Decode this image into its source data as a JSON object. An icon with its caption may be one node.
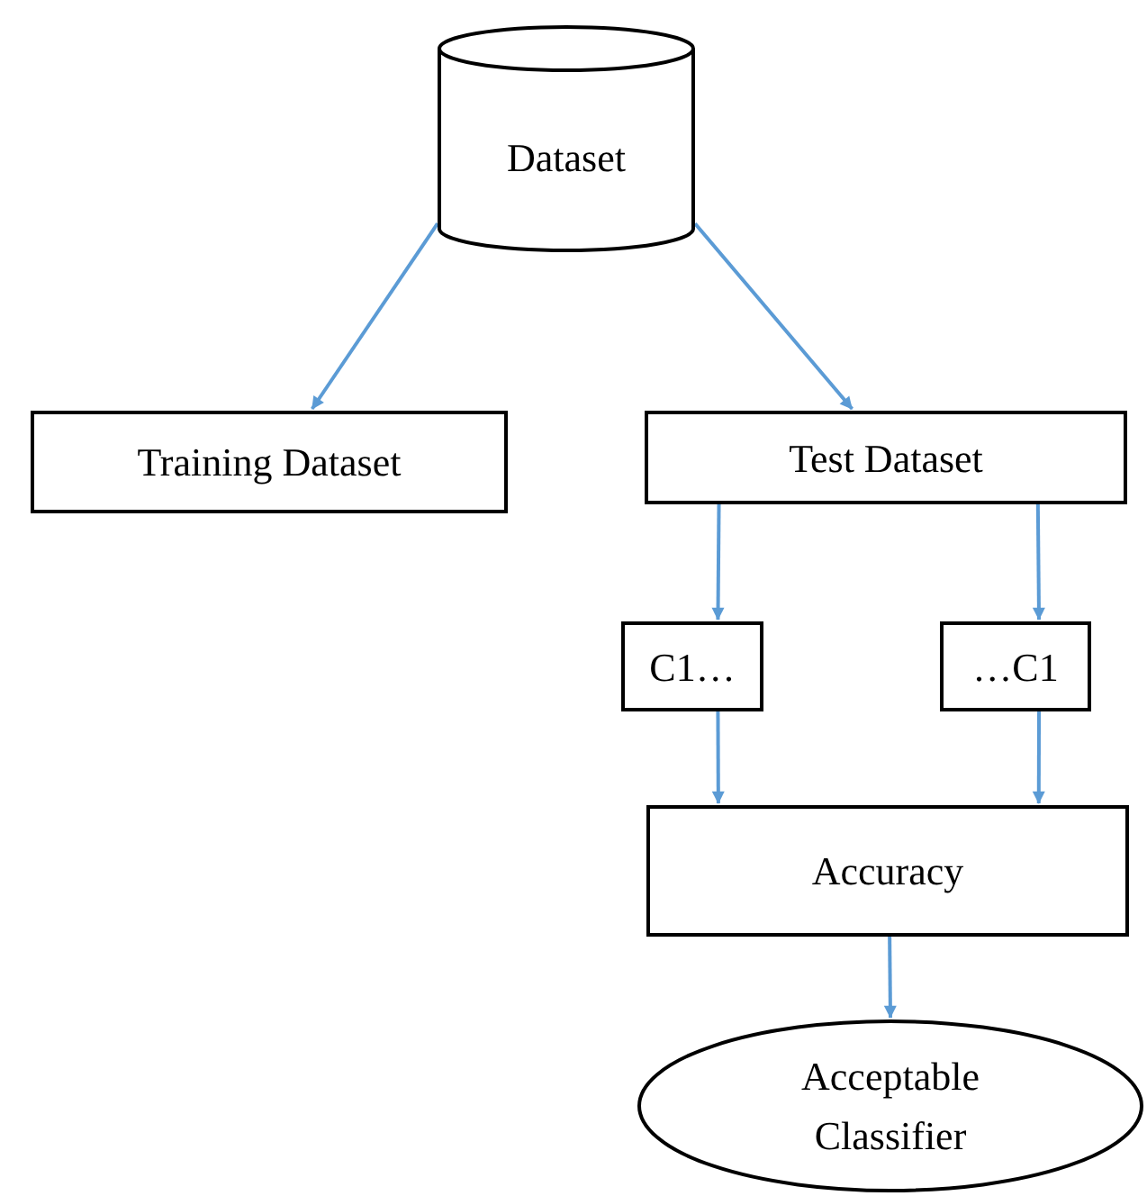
{
  "diagram": {
    "nodes": [
      {
        "text": [
          "Dataset"
        ]
      },
      {
        "text": [
          "Training Dataset"
        ]
      },
      {
        "text": [
          "Test Dataset"
        ]
      },
      {
        "text": [
          "C1…"
        ]
      },
      {
        "text": [
          "…C1"
        ]
      },
      {
        "text": [
          "Accuracy"
        ]
      },
      {
        "text": [
          "Acceptable Classifier"
        ]
      }
    ],
    "edges": [
      {
        "from": 0,
        "to": 1,
        "arrow": "to"
      },
      {
        "from": 0,
        "to": 2,
        "arrow": "to"
      },
      {
        "from": 2,
        "to": 3,
        "arrow": "to"
      },
      {
        "from": 2,
        "to": 4,
        "arrow": "to"
      },
      {
        "from": 3,
        "to": 5,
        "arrow": "to"
      },
      {
        "from": 4,
        "to": 5,
        "arrow": "to"
      },
      {
        "from": 5,
        "to": 6,
        "arrow": "to"
      }
    ]
  }
}
